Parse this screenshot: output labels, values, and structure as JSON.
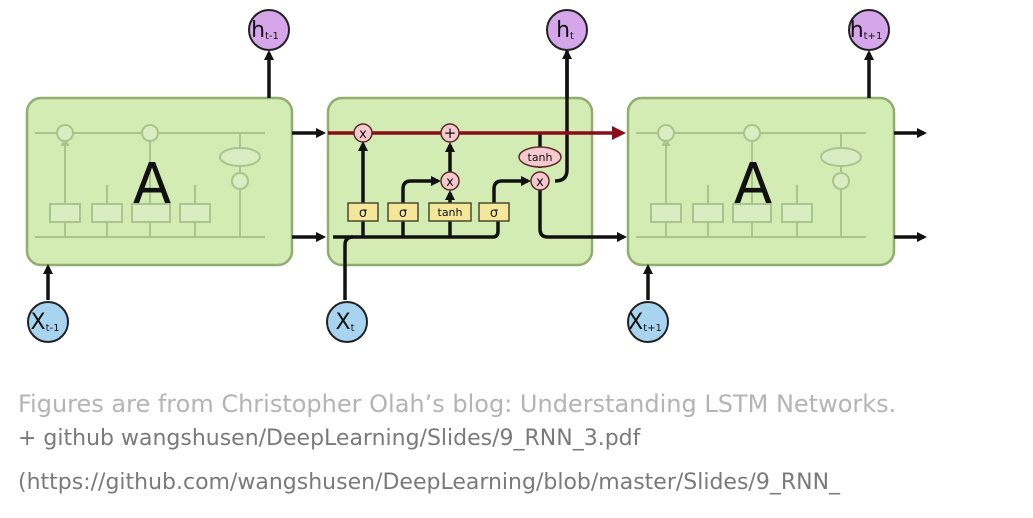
{
  "diagram": {
    "cells": [
      {
        "label": "A",
        "input": "X",
        "input_sub": "t-1",
        "output": "h",
        "output_sub": "t-1"
      },
      {
        "label": "",
        "input": "X",
        "input_sub": "t",
        "output": "h",
        "output_sub": "t"
      },
      {
        "label": "A",
        "input": "X",
        "input_sub": "t+1",
        "output": "h",
        "output_sub": "t+1"
      }
    ],
    "gates": [
      {
        "id": "forget",
        "label": "σ"
      },
      {
        "id": "input",
        "label": "σ"
      },
      {
        "id": "candidate",
        "label": "tanh"
      },
      {
        "id": "output",
        "label": "σ"
      }
    ],
    "ops": {
      "forget_mult": "x",
      "add": "+",
      "input_mult": "x",
      "output_tanh": "tanh",
      "output_mult": "x"
    },
    "colors": {
      "cell_fill": "#d2ecb4",
      "cell_stroke": "#8fad6e",
      "cell_state_line": "#8b0d1a",
      "gate_fill": "#f5e79a",
      "gate_stroke": "#4a4a30",
      "op_fill": "#f6c9cf",
      "output_node": "#d6a6ea",
      "input_node": "#a8d4f0"
    }
  },
  "caption": {
    "line1": "Figures are from Christopher Olah’s blog: Understanding LSTM Networks.",
    "line2": "+ github wangshusen/DeepLearning/Slides/9_RNN_3.pdf",
    "line3": "(https://github.com/wangshusen/DeepLearning/blob/master/Slides/9_RNN_"
  }
}
